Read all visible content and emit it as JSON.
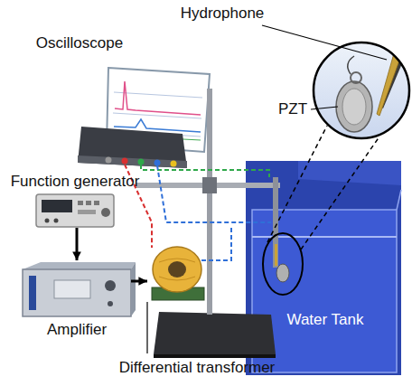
{
  "diagram": {
    "nodes": [
      {
        "text": [
          "Oscilloscope"
        ]
      },
      {
        "text": [
          "Function generator"
        ]
      },
      {
        "text": [
          "Amplifier"
        ]
      },
      {
        "text": [
          "Differential transformer"
        ]
      },
      {
        "text": [
          "Water Tank"
        ]
      }
    ],
    "edges": [
      {
        "from": 1,
        "to": 2,
        "arrow": "to"
      },
      {
        "from": 2,
        "to": 3,
        "arrow": "to"
      }
    ],
    "labels": [
      "Hydrophone",
      "PZT"
    ]
  }
}
